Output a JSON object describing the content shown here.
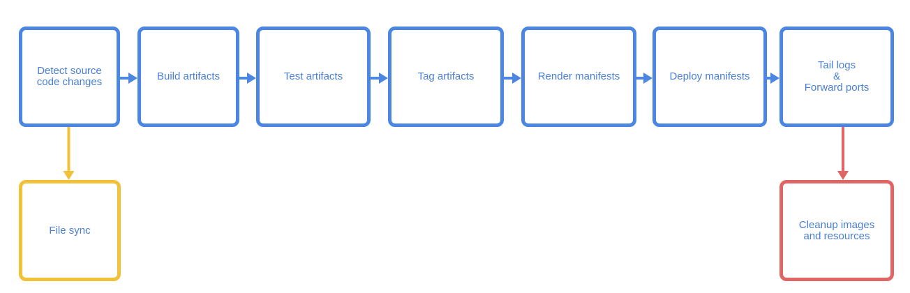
{
  "colors": {
    "primary": "#4a86e2",
    "sync": "#f2c13a",
    "cleanup": "#e06666",
    "text": "#4a7fd4",
    "background": "#ffffff"
  },
  "nodes": [
    {
      "id": "detect",
      "label": "Detect source\ncode changes",
      "kind": "primary"
    },
    {
      "id": "build",
      "label": "Build artifacts",
      "kind": "primary"
    },
    {
      "id": "test",
      "label": "Test artifacts",
      "kind": "primary"
    },
    {
      "id": "tag",
      "label": "Tag artifacts",
      "kind": "primary"
    },
    {
      "id": "render",
      "label": "Render manifests",
      "kind": "primary"
    },
    {
      "id": "deploy",
      "label": "Deploy manifests",
      "kind": "primary"
    },
    {
      "id": "tail",
      "label": "Tail logs\n&\nForward ports",
      "kind": "primary"
    },
    {
      "id": "filesync",
      "label": "File sync",
      "kind": "sync"
    },
    {
      "id": "cleanup",
      "label": "Cleanup images\nand resources",
      "kind": "cleanup"
    }
  ],
  "edges": [
    {
      "from": "detect",
      "to": "build",
      "kind": "primary"
    },
    {
      "from": "build",
      "to": "test",
      "kind": "primary"
    },
    {
      "from": "test",
      "to": "tag",
      "kind": "primary"
    },
    {
      "from": "tag",
      "to": "render",
      "kind": "primary"
    },
    {
      "from": "render",
      "to": "deploy",
      "kind": "primary"
    },
    {
      "from": "deploy",
      "to": "tail",
      "kind": "primary"
    },
    {
      "from": "detect",
      "to": "filesync",
      "kind": "sync"
    },
    {
      "from": "tail",
      "to": "cleanup",
      "kind": "cleanup"
    }
  ]
}
